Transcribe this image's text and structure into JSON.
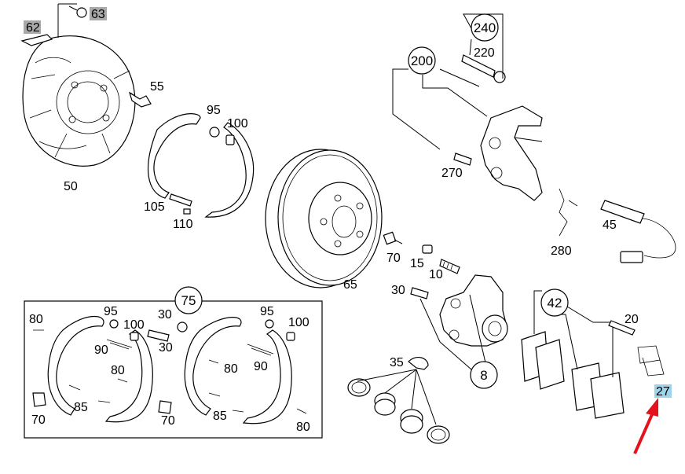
{
  "labels": {
    "n62": "62",
    "n63": "63",
    "n55": "55",
    "n50": "50",
    "n95a": "95",
    "n100a": "100",
    "n105": "105",
    "n110": "110",
    "n65": "65",
    "n70a": "70",
    "n15": "15",
    "n10": "10",
    "n240": "240",
    "n220": "220",
    "n200": "200",
    "n270": "270",
    "n280": "280",
    "n45": "45",
    "n30a": "30",
    "n8": "8",
    "n35": "35",
    "n42": "42",
    "n20": "20",
    "n27": "27",
    "n75": "75",
    "n80a": "80",
    "n95b": "95",
    "n100b": "100",
    "n30b": "30",
    "n30c": "30",
    "n90a": "90",
    "n80b": "80",
    "n85a": "85",
    "n70b": "70",
    "n70c": "70",
    "n95c": "95",
    "n100c": "100",
    "n80c": "80",
    "n90b": "90",
    "n85b": "85",
    "n80d": "80"
  },
  "highlight_colors": {
    "gray_tag": "#a9a9a9",
    "blue_tag": "#9fd3ec",
    "arrow": "#e3121b"
  }
}
